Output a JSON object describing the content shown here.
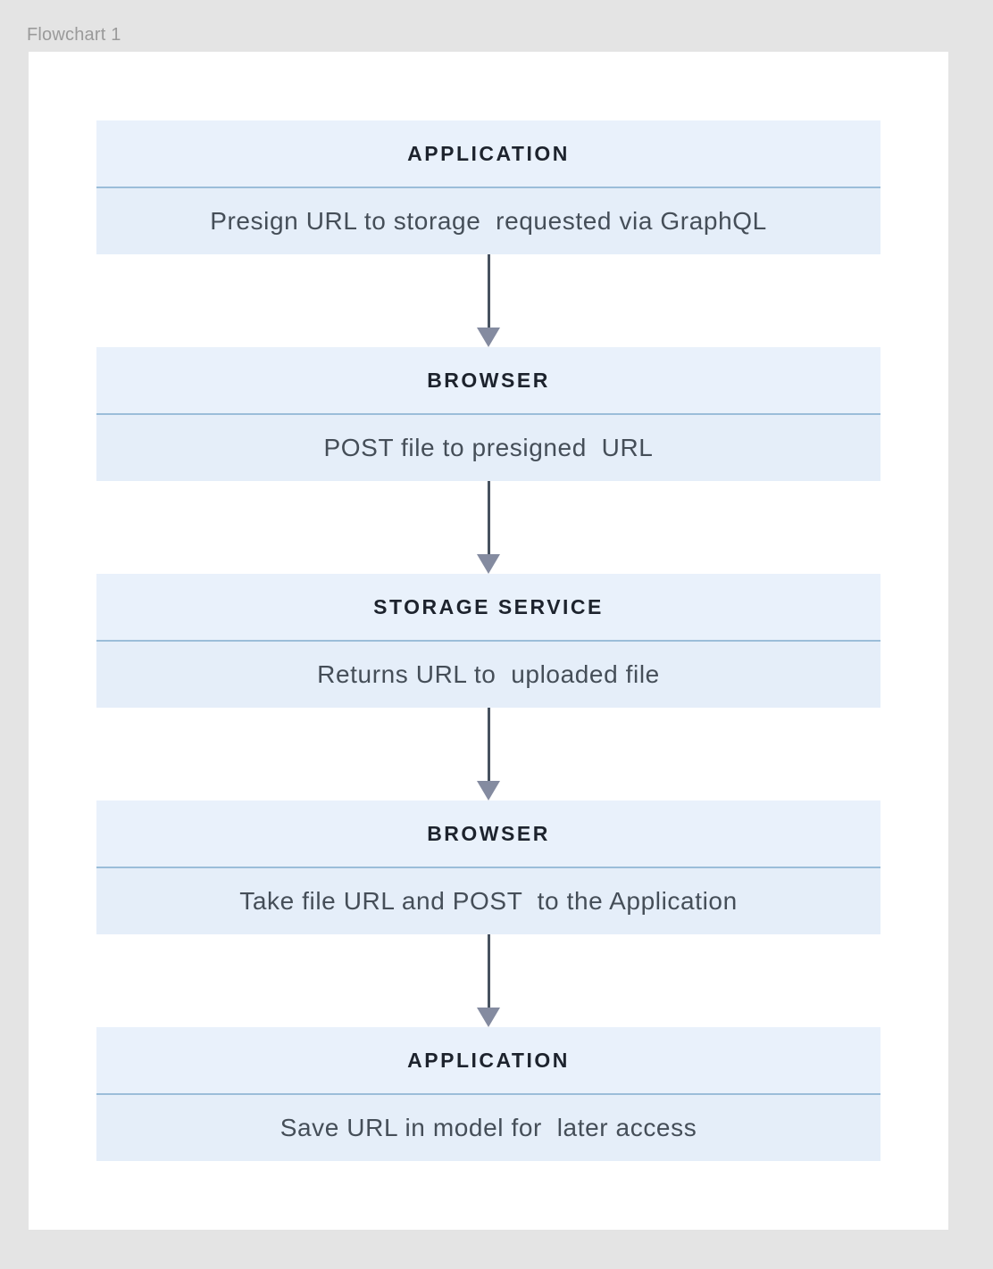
{
  "frame": {
    "label": "Flowchart 1"
  },
  "flowchart": {
    "steps": [
      {
        "title": "APPLICATION",
        "description": "Presign URL to storage  requested via GraphQL"
      },
      {
        "title": "BROWSER",
        "description": "POST file to presigned  URL"
      },
      {
        "title": "STORAGE SERVICE",
        "description": "Returns URL to  uploaded file"
      },
      {
        "title": "BROWSER",
        "description": "Take file URL and POST  to the Application"
      },
      {
        "title": "APPLICATION",
        "description": "Save URL in model for  later access"
      }
    ]
  },
  "colors": {
    "canvas_bg": "#e4e4e4",
    "frame_bg": "#ffffff",
    "frame_label_text": "#9a9a9a",
    "box_header_bg": "#e9f1fb",
    "box_body_bg": "#e5eef9",
    "box_divider": "#9bbdd9",
    "header_text": "#1d232d",
    "body_text": "#454e58",
    "arrow_line": "#47525f",
    "arrow_head": "#848ba0"
  }
}
